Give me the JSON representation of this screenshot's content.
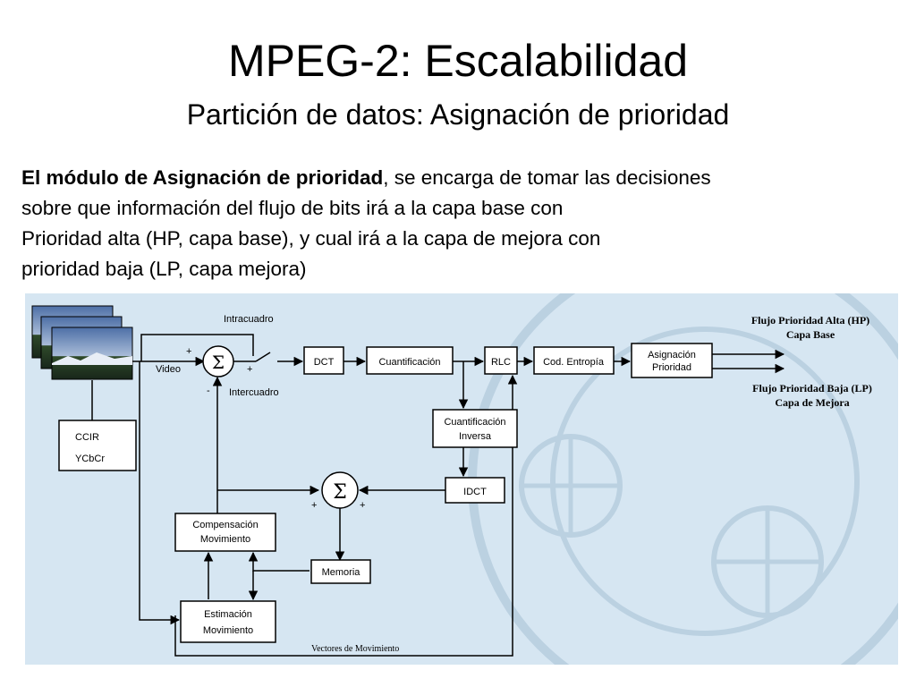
{
  "slide": {
    "title": "MPEG-2: Escalabilidad",
    "subtitle": "Partición de datos: Asignación de prioridad",
    "intro": {
      "bold": "El módulo de Asignación de prioridad",
      "line1_rest": ", se encarga de tomar las decisiones",
      "line2": "sobre que información del flujo de bits irá a la capa base con",
      "line3": "Prioridad alta (HP, capa base), y cual irá a la capa de mejora con",
      "line4": "prioridad baja (LP, capa mejora)"
    }
  },
  "diagram": {
    "colors": {
      "background": "#d6e6f2",
      "watermark": "#b9cfe0",
      "box": "#ffffff",
      "line": "#000000"
    },
    "source": {
      "line1": "CCIR",
      "line2": "YCbCr"
    },
    "labels": {
      "video": "Video",
      "intracuadro": "Intracuadro",
      "intercuadro": "Intercuadro",
      "vectores": "Vectores de Movimiento"
    },
    "blocks": {
      "dct": "DCT",
      "cuantificacion": "Cuantificación",
      "rlc": "RLC",
      "entropia": "Cod. Entropía",
      "asignacion_l1": "Asignación",
      "asignacion_l2": "Prioridad",
      "cuant_inv_l1": "Cuantificación",
      "cuant_inv_l2": "Inversa",
      "idct": "IDCT",
      "compensacion_l1": "Compensación",
      "compensacion_l2": "Movimiento",
      "memoria": "Memoria",
      "estimacion_l1": "Estimación",
      "estimacion_l2": "Movimiento"
    },
    "summer_symbol": "Σ",
    "signs": {
      "plus": "+",
      "minus": "-"
    },
    "outputs": {
      "hp_l1": "Flujo Prioridad Alta (HP)",
      "hp_l2": "Capa Base",
      "lp_l1": "Flujo Prioridad Baja (LP)",
      "lp_l2": "Capa de Mejora"
    }
  }
}
